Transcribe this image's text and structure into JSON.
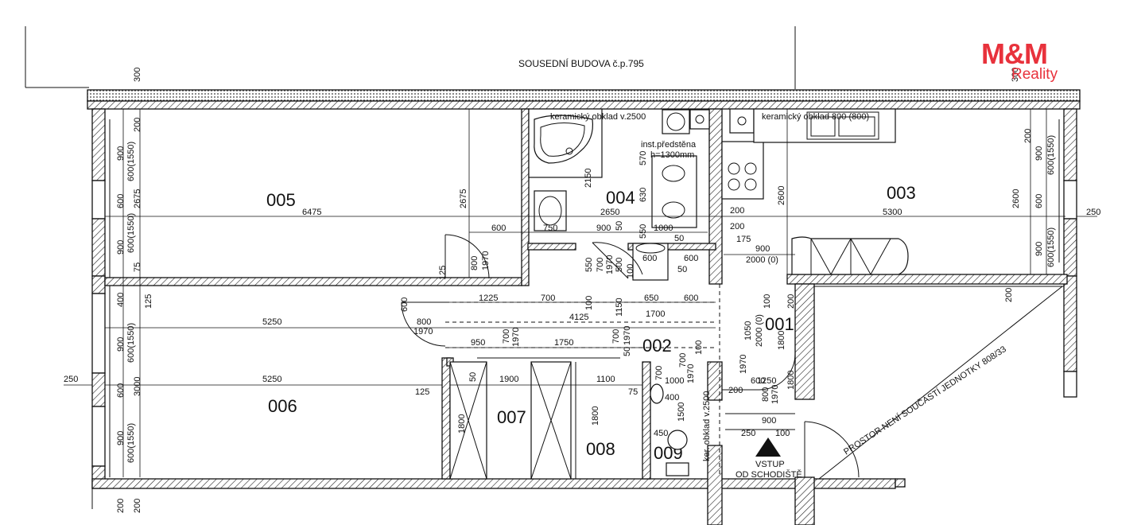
{
  "brand": {
    "mark": "M&M",
    "sub": "Reality",
    "color": "#e8323c"
  },
  "labels": {
    "neighbor": "SOUSEDNÍ BUDOVA č.p.795",
    "not_part": "PROSTOR NENÍ SOUČÁSTÍ JEDNOTKY 808/33",
    "entry_1": "VSTUP",
    "entry_2": "OD SCHODIŠTĚ",
    "tile_bath": "keramický obklad v.2500",
    "tile_kitchen": "keramický obklad 800 (800)",
    "install_1": "inst.předstěna",
    "install_2": "h=1300mm",
    "tile_wc": "ker. obklad v.2500"
  },
  "rooms": {
    "r001": "001",
    "r002": "002",
    "r003": "003",
    "r004": "004",
    "r005": "005",
    "r006": "006",
    "r007": "007",
    "r008": "008",
    "r009": "009"
  },
  "dims": {
    "d300a": "300",
    "d300b": "300",
    "d250a": "250",
    "d250b": "250",
    "d200a": "200",
    "d200b": "200",
    "d200c": "200",
    "d200d": "200",
    "d200e": "200",
    "d200f": "200",
    "d200g": "200",
    "d200h": "200",
    "d900a": "900",
    "d900b": "900",
    "d900c": "900",
    "d900d": "900",
    "d900e": "900",
    "d900f": "900",
    "d900g": "900",
    "d900h": "900",
    "d600a": "600",
    "d600b": "600",
    "d600c": "600",
    "d600d": "600",
    "d600e": "600",
    "d600f": "600",
    "d600g": "600",
    "d600h": "600",
    "d600i": "600",
    "d1550a": "600(1550)",
    "d1550b": "600(1550)",
    "d1550c": "600(1550)",
    "d1550d": "600(1550)",
    "d1550e": "600(1550)",
    "d1550f": "600(1550)",
    "d2675a": "2675",
    "d2675b": "2675",
    "d2600a": "2600",
    "d2600b": "2600",
    "d6475": "6475",
    "d5300": "5300",
    "d5250a": "5250",
    "d5250b": "5250",
    "d3000": "3000",
    "d75a": "75",
    "d75b": "75",
    "d125a": "125",
    "d125b": "125",
    "d125c": "125",
    "d400a": "400",
    "d400b": "400",
    "d2150": "2150",
    "d2650": "2650",
    "d570": "570",
    "d630": "630",
    "d550a": "550",
    "d550b": "550",
    "d750": "750",
    "d1000a": "1000",
    "d1000b": "1000",
    "d50a": "50",
    "d50b": "50",
    "d50c": "50",
    "d50d": "50",
    "d50e": "50",
    "d175": "175",
    "d2000a": "2000 (0)",
    "d2000b": "2000 (0)",
    "d800a": "800",
    "d800b": "800",
    "d800c": "800",
    "d1970a": "1970",
    "d1970b": "1970",
    "d1970c": "1970",
    "d1970d": "1970",
    "d1970e": "1970",
    "d1970f": "1970",
    "d1970g": "1970",
    "d1970h": "1970",
    "d700a": "700",
    "d700b": "700",
    "d700c": "700",
    "d700d": "700",
    "d700e": "700",
    "d700f": "700",
    "d500": "500",
    "d100a": "100",
    "d100b": "100",
    "d100c": "100",
    "d100d": "100",
    "d1225": "1225",
    "d1150": "1150",
    "d650": "650",
    "d1700": "1700",
    "d4125": "4125",
    "d950": "950",
    "d1750": "1750",
    "d1050": "1050",
    "d1800a": "1800",
    "d1800b": "1800",
    "d1800c": "1800",
    "d1800d": "1800",
    "d1900": "1900",
    "d1100": "1100",
    "d1500": "1500",
    "d450": "450",
    "d1250": "1250"
  }
}
